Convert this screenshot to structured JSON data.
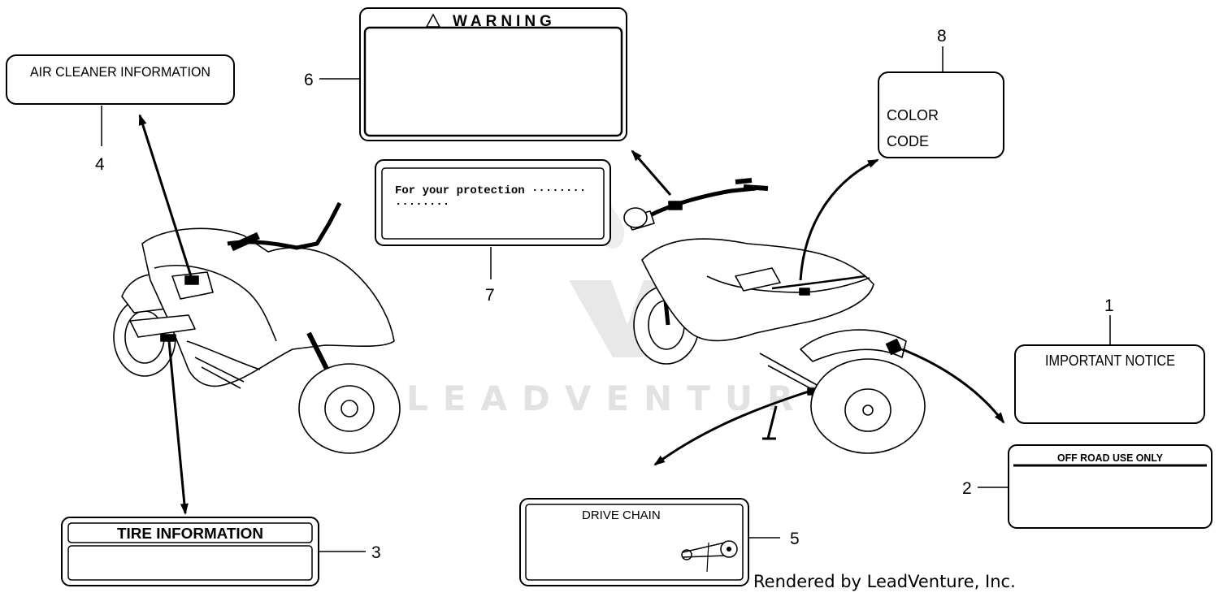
{
  "labels": {
    "air_cleaner": "AIR CLEANER INFORMATION",
    "warning": "WARNING",
    "protection": "For your protection ········",
    "protection_line2": "········",
    "color": "COLOR",
    "code": "CODE",
    "important_notice": "IMPORTANT NOTICE",
    "off_road": "OFF ROAD USE ONLY",
    "tire_info": "TIRE  INFORMATION",
    "drive_chain": "DRIVE CHAIN"
  },
  "callouts": {
    "n1": "1",
    "n2": "2",
    "n3": "3",
    "n4": "4",
    "n5": "5",
    "n6": "6",
    "n7": "7",
    "n8": "8"
  },
  "watermark": "LEADVENTURE",
  "credit": "Rendered by LeadVenture, Inc."
}
